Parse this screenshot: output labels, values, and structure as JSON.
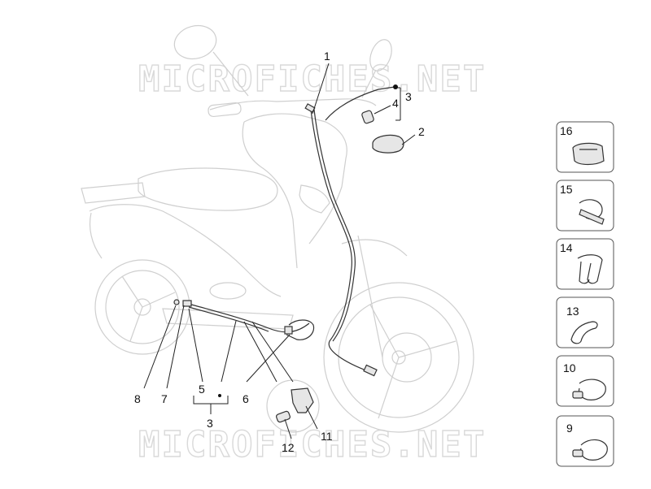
{
  "watermarks": {
    "top": "MICROFICHES.NET",
    "bottom": "MICROFICHES.NET"
  },
  "callouts": {
    "c1": "1",
    "c2": "2",
    "c3_top": "3",
    "c4": "4",
    "c5": "5",
    "c3_bottom": "3",
    "c6": "6",
    "c7": "7",
    "c8": "8",
    "c11": "11",
    "c12": "12"
  },
  "side_parts": [
    {
      "label": "16",
      "icon": "clamp-icon"
    },
    {
      "label": "15",
      "icon": "band-clip-icon"
    },
    {
      "label": "14",
      "icon": "wire-clip-icon"
    },
    {
      "label": "13",
      "icon": "rubber-pad-icon"
    },
    {
      "label": "10",
      "icon": "cable-tie-icon"
    },
    {
      "label": "9",
      "icon": "cable-tie-icon"
    }
  ]
}
